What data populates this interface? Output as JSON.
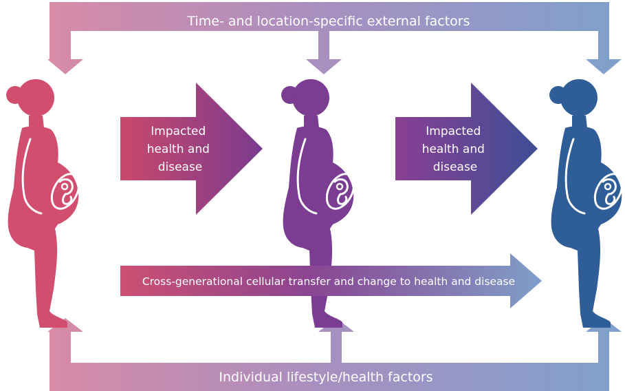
{
  "top_band": {
    "label": "Time- and location-specific external factors"
  },
  "bottom_band": {
    "label": "Individual lifestyle/health factors"
  },
  "cross_arrow": {
    "label": "Cross-generational cellular transfer and change to health and disease"
  },
  "impact_arrows": [
    {
      "lines": [
        "Impacted",
        "health and",
        "disease"
      ]
    },
    {
      "lines": [
        "Impacted",
        "health and",
        "disease"
      ]
    }
  ],
  "figures": [
    {
      "name": "pregnant-woman",
      "color": "#d14e6f"
    },
    {
      "name": "pregnant-woman",
      "color": "#7a3d91"
    },
    {
      "name": "pregnant-woman",
      "color": "#2e5d97"
    }
  ],
  "colors": {
    "band_left": "#e08aa2",
    "band_mid": "#a98fbf",
    "band_right": "#7ea1cc",
    "impact_start": "#c9486c",
    "impact_mid": "#7b3b8f",
    "impact_end": "#3e4f96"
  }
}
